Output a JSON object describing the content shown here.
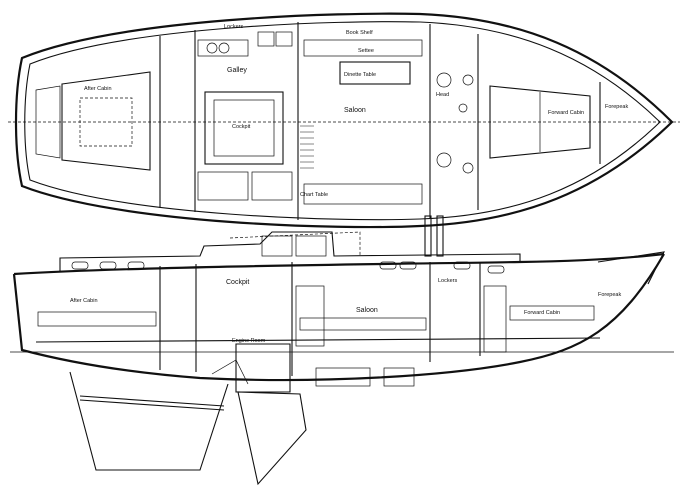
{
  "plan": {
    "labels": {
      "lockers": "Lockers",
      "galley": "Galley",
      "saloon": "Saloon",
      "after_cabin": "After Cabin",
      "forward_cabin": "Forward Cabin",
      "forepeak": "Forepeak",
      "cockpit": "Cockpit",
      "settee": "Settee",
      "dinette_table": "Dinette Table",
      "head": "Head",
      "book_shelf": "Book Shelf",
      "chart_table": "Chart Table"
    }
  },
  "profile": {
    "labels": {
      "cockpit": "Cockpit",
      "after_cabin": "After Cabin",
      "saloon": "Saloon",
      "lockers": "Lockers",
      "forepeak": "Forepeak",
      "forward_cabin": "Forward Cabin",
      "engine_room": "Engine Room"
    }
  }
}
